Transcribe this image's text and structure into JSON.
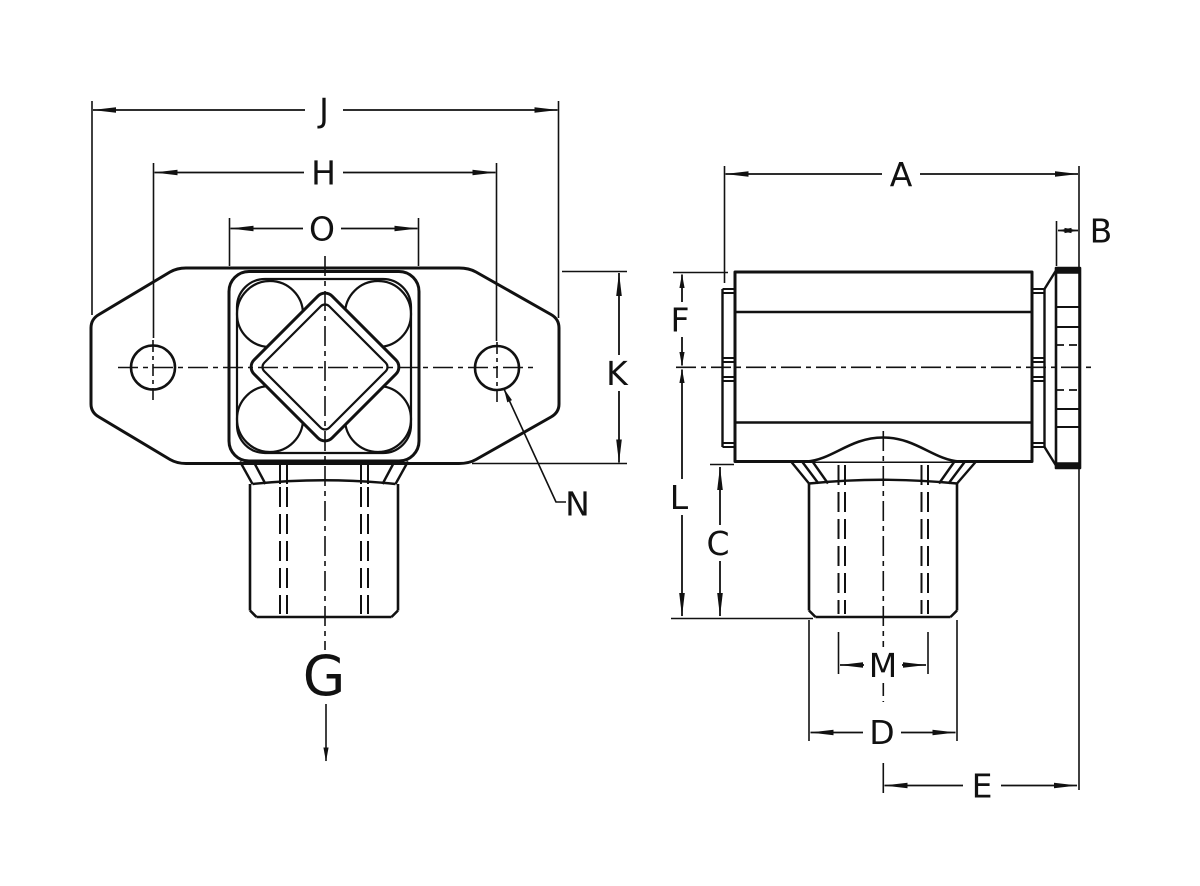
{
  "drawing": {
    "background_color": "#ffffff",
    "line_color": "#111111",
    "front_view": {
      "labels": {
        "overall_width": "J",
        "hole_spacing": "H",
        "body_width": "O",
        "body_height": "K",
        "hole_callout": "N",
        "thread_callout": "G"
      }
    },
    "side_view": {
      "labels": {
        "overall_length": "A",
        "flange_thickness": "B",
        "top_to_center": "F",
        "center_to_stem_end": "L",
        "stem_length": "C",
        "thread_minor_dia": "M",
        "stem_dia": "D",
        "center_to_flange_face": "E"
      }
    }
  }
}
